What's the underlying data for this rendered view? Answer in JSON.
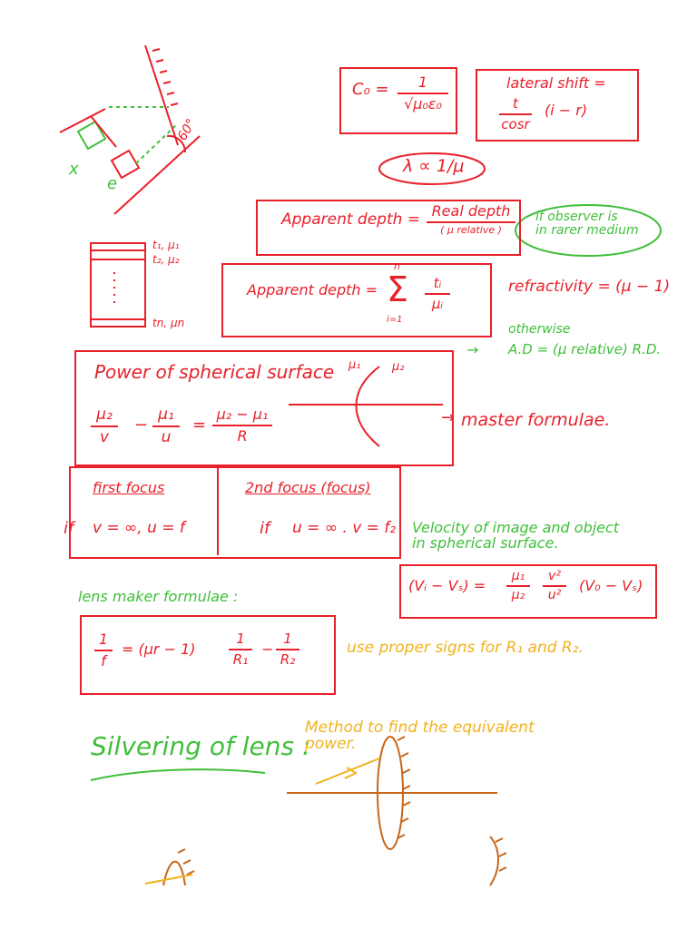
{
  "colors": {
    "red": "#e8202a",
    "green": "#3fbf3a",
    "yellow": "#f2b21c",
    "orange": "#c8661a"
  },
  "diagram": {
    "label_x": "x",
    "label_e": "e",
    "angle": "60°"
  },
  "c0": {
    "lhs": "C₀ =",
    "num": "1",
    "den": "√μ₀ε₀"
  },
  "lateral_shift": {
    "title": "lateral shift =",
    "num": "t",
    "den": "cosr",
    "factor": "(i − r)"
  },
  "lambda_rel": "λ ∝ 1/μ",
  "apparent_depth_1": {
    "lhs": "Apparent depth =",
    "num": "Real depth",
    "den": "( μ relative )"
  },
  "observer_note": "if observer is\nin rarer medium",
  "slab": {
    "l1": "t₁, μ₁",
    "l2": "t₂, μ₂",
    "ln": "tn, μn"
  },
  "apparent_depth_2": {
    "lhs": "Apparent depth =",
    "sum_top": "n",
    "sum": "Σ",
    "sum_bottom": "i=1",
    "num": "tᵢ",
    "den": "μᵢ"
  },
  "refractivity": "refractivity = (μ − 1)",
  "otherwise": {
    "label": "otherwise",
    "formula": "A.D = (μ relative) R.D."
  },
  "spherical": {
    "title": "Power of spherical surface",
    "mu1": "μ₁",
    "mu2": "μ₂",
    "term1_num": "μ₂",
    "term1_den": "v",
    "minus": "−",
    "term2_num": "μ₁",
    "term2_den": "u",
    "equals": "=",
    "rhs_num": "μ₂ − μ₁",
    "rhs_den": "R",
    "arrow": "→",
    "note": "master formulae."
  },
  "focus": {
    "first_title": "first focus",
    "first_if": "if",
    "first_formula": "v = ∞, u = f",
    "second_title": "2nd focus (focus)",
    "second_if": "if",
    "second_formula": "u = ∞ . v = f₂"
  },
  "velocity": {
    "note": "Velocity of image and object\nin spherical surface.",
    "lhs": "(Vᵢ − Vₛ) =",
    "f1_num": "μ₁",
    "f1_den": "μ₂",
    "f2_num": "v²",
    "f2_den": "u²",
    "tail": "(V₀ − Vₛ)"
  },
  "lens_maker": {
    "title": "lens maker formulae :",
    "lhs_num": "1",
    "lhs_den": "f",
    "eq": "= (μr − 1)",
    "t1_num": "1",
    "t1_den": "R₁",
    "minus": "−",
    "t2_num": "1",
    "t2_den": "R₂",
    "note": "use proper signs for R₁ and R₂."
  },
  "silvering": {
    "title": "Silvering of lens :",
    "method": "Method to find the equivalent\npower."
  }
}
